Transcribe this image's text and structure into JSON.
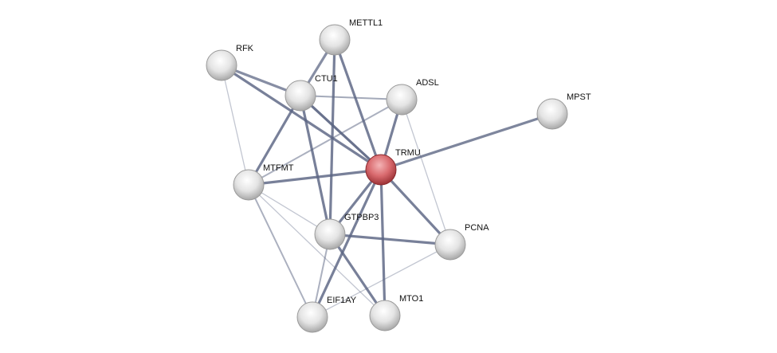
{
  "network": {
    "query_color": "#d96a6e",
    "node_color": "#e6e6e6",
    "edge_color": "#5a6482",
    "nodes": [
      {
        "id": "METTL1",
        "label": "METTL1",
        "query": false
      },
      {
        "id": "RFK",
        "label": "RFK",
        "query": false
      },
      {
        "id": "CTU1",
        "label": "CTU1",
        "query": false
      },
      {
        "id": "ADSL",
        "label": "ADSL",
        "query": false
      },
      {
        "id": "MPST",
        "label": "MPST",
        "query": false
      },
      {
        "id": "TRMU",
        "label": "TRMU",
        "query": true
      },
      {
        "id": "MTFMT",
        "label": "MTFMT",
        "query": false
      },
      {
        "id": "GTPBP3",
        "label": "GTPBP3",
        "query": false
      },
      {
        "id": "PCNA",
        "label": "PCNA",
        "query": false
      },
      {
        "id": "EIF1AY",
        "label": "EIF1AY",
        "query": false
      },
      {
        "id": "MTO1",
        "label": "MTO1",
        "query": false
      }
    ],
    "edges": [
      {
        "a": "RFK",
        "b": "CTU1",
        "score": 0.7
      },
      {
        "a": "RFK",
        "b": "TRMU",
        "score": 0.8
      },
      {
        "a": "RFK",
        "b": "MTFMT",
        "score": 0.3
      },
      {
        "a": "METTL1",
        "b": "CTU1",
        "score": 0.7
      },
      {
        "a": "METTL1",
        "b": "GTPBP3",
        "score": 0.8
      },
      {
        "a": "METTL1",
        "b": "TRMU",
        "score": 0.8
      },
      {
        "a": "CTU1",
        "b": "ADSL",
        "score": 0.5
      },
      {
        "a": "CTU1",
        "b": "TRMU",
        "score": 0.9
      },
      {
        "a": "CTU1",
        "b": "MTFMT",
        "score": 0.8
      },
      {
        "a": "CTU1",
        "b": "GTPBP3",
        "score": 0.8
      },
      {
        "a": "ADSL",
        "b": "TRMU",
        "score": 0.8
      },
      {
        "a": "ADSL",
        "b": "MTFMT",
        "score": 0.45
      },
      {
        "a": "ADSL",
        "b": "PCNA",
        "score": 0.3
      },
      {
        "a": "MPST",
        "b": "TRMU",
        "score": 0.75
      },
      {
        "a": "MTFMT",
        "b": "TRMU",
        "score": 0.8
      },
      {
        "a": "MTFMT",
        "b": "GTPBP3",
        "score": 0.3
      },
      {
        "a": "MTFMT",
        "b": "EIF1AY",
        "score": 0.45
      },
      {
        "a": "MTFMT",
        "b": "MTO1",
        "score": 0.3
      },
      {
        "a": "TRMU",
        "b": "GTPBP3",
        "score": 0.8
      },
      {
        "a": "TRMU",
        "b": "EIF1AY",
        "score": 0.8
      },
      {
        "a": "TRMU",
        "b": "MTO1",
        "score": 0.8
      },
      {
        "a": "TRMU",
        "b": "PCNA",
        "score": 0.8
      },
      {
        "a": "GTPBP3",
        "b": "PCNA",
        "score": 0.8
      },
      {
        "a": "GTPBP3",
        "b": "MTO1",
        "score": 0.8
      },
      {
        "a": "GTPBP3",
        "b": "EIF1AY",
        "score": 0.45
      },
      {
        "a": "EIF1AY",
        "b": "PCNA",
        "score": 0.3
      }
    ]
  }
}
